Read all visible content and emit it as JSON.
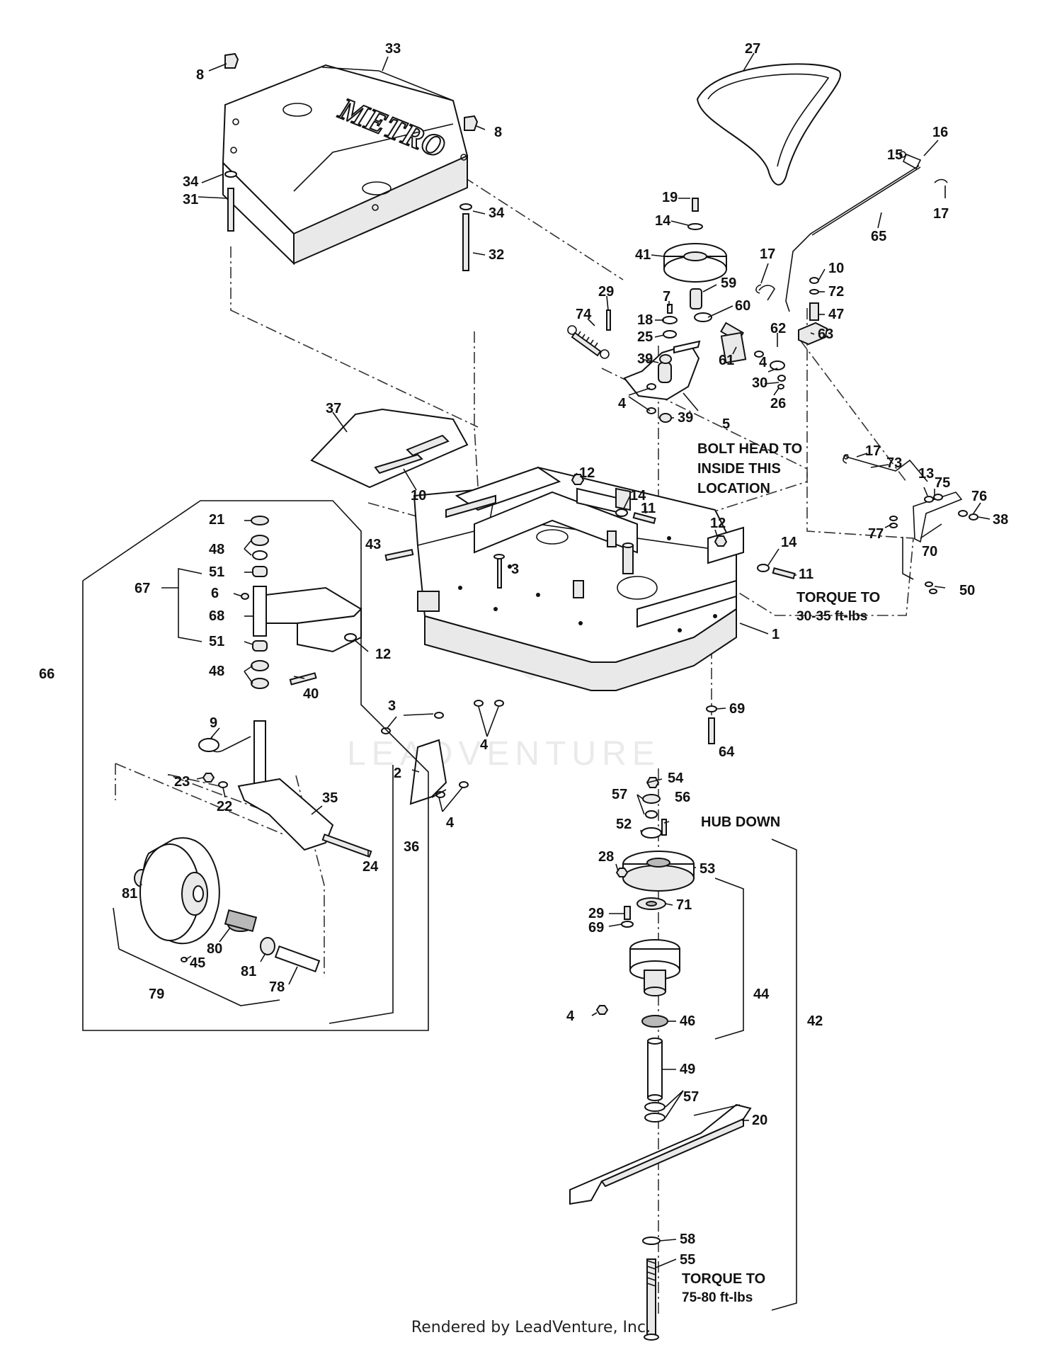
{
  "brand_logo": "METRO",
  "watermark": "LEADVENTURE",
  "footer": "Rendered by LeadVenture, Inc.",
  "notes": {
    "bolt_head_1": "BOLT HEAD TO",
    "bolt_head_2": "INSIDE THIS",
    "bolt_head_3": "LOCATION",
    "torque_a_1": "TORQUE TO",
    "torque_a_2": "30-35 ft-lbs",
    "hub_down": "HUB DOWN",
    "torque_b_1": "TORQUE TO",
    "torque_b_2": "75-80 ft-lbs"
  },
  "callouts": [
    {
      "id": "c8a",
      "text": "8"
    },
    {
      "id": "c33",
      "text": "33"
    },
    {
      "id": "c8b",
      "text": "8"
    },
    {
      "id": "c34a",
      "text": "34"
    },
    {
      "id": "c31",
      "text": "31"
    },
    {
      "id": "c34b",
      "text": "34"
    },
    {
      "id": "c32",
      "text": "32"
    },
    {
      "id": "c27",
      "text": "27"
    },
    {
      "id": "c16",
      "text": "16"
    },
    {
      "id": "c15",
      "text": "15"
    },
    {
      "id": "c17a",
      "text": "17"
    },
    {
      "id": "c19",
      "text": "19"
    },
    {
      "id": "c14a",
      "text": "14"
    },
    {
      "id": "c65",
      "text": "65"
    },
    {
      "id": "c41",
      "text": "41"
    },
    {
      "id": "c17b",
      "text": "17"
    },
    {
      "id": "c10a",
      "text": "10"
    },
    {
      "id": "c72",
      "text": "72"
    },
    {
      "id": "c59",
      "text": "59"
    },
    {
      "id": "c29a",
      "text": "29"
    },
    {
      "id": "c7",
      "text": "7"
    },
    {
      "id": "c60",
      "text": "60"
    },
    {
      "id": "c47",
      "text": "47"
    },
    {
      "id": "c74",
      "text": "74"
    },
    {
      "id": "c18",
      "text": "18"
    },
    {
      "id": "c62",
      "text": "62"
    },
    {
      "id": "c63",
      "text": "63"
    },
    {
      "id": "c25",
      "text": "25"
    },
    {
      "id": "c61",
      "text": "61"
    },
    {
      "id": "c4a",
      "text": "4"
    },
    {
      "id": "c39a",
      "text": "39"
    },
    {
      "id": "c30",
      "text": "30"
    },
    {
      "id": "c26",
      "text": "26"
    },
    {
      "id": "c4b",
      "text": "4"
    },
    {
      "id": "c39b",
      "text": "39"
    },
    {
      "id": "c5",
      "text": "5"
    },
    {
      "id": "c37",
      "text": "37"
    },
    {
      "id": "c17c",
      "text": "17"
    },
    {
      "id": "c73",
      "text": "73"
    },
    {
      "id": "c13",
      "text": "13"
    },
    {
      "id": "c75",
      "text": "75"
    },
    {
      "id": "c76",
      "text": "76"
    },
    {
      "id": "c38",
      "text": "38"
    },
    {
      "id": "c77",
      "text": "77"
    },
    {
      "id": "c70",
      "text": "70"
    },
    {
      "id": "c10b",
      "text": "10"
    },
    {
      "id": "c12a",
      "text": "12"
    },
    {
      "id": "c14b",
      "text": "14"
    },
    {
      "id": "c11a",
      "text": "11"
    },
    {
      "id": "c21",
      "text": "21"
    },
    {
      "id": "c48a",
      "text": "48"
    },
    {
      "id": "c51a",
      "text": "51"
    },
    {
      "id": "c67",
      "text": "67"
    },
    {
      "id": "c43",
      "text": "43"
    },
    {
      "id": "c3a",
      "text": "3"
    },
    {
      "id": "c12b",
      "text": "12"
    },
    {
      "id": "c14c",
      "text": "14"
    },
    {
      "id": "c11b",
      "text": "11"
    },
    {
      "id": "c50",
      "text": "50"
    },
    {
      "id": "c6",
      "text": "6"
    },
    {
      "id": "c68",
      "text": "68"
    },
    {
      "id": "c51b",
      "text": "51"
    },
    {
      "id": "c12c",
      "text": "12"
    },
    {
      "id": "c1",
      "text": "1"
    },
    {
      "id": "c48b",
      "text": "48"
    },
    {
      "id": "c40",
      "text": "40"
    },
    {
      "id": "c66",
      "text": "66"
    },
    {
      "id": "c3b",
      "text": "3"
    },
    {
      "id": "c69a",
      "text": "69"
    },
    {
      "id": "c9",
      "text": "9"
    },
    {
      "id": "c4c",
      "text": "4"
    },
    {
      "id": "c64",
      "text": "64"
    },
    {
      "id": "c23",
      "text": "23"
    },
    {
      "id": "c2",
      "text": "2"
    },
    {
      "id": "c22",
      "text": "22"
    },
    {
      "id": "c35",
      "text": "35"
    },
    {
      "id": "c4d",
      "text": "4"
    },
    {
      "id": "c54",
      "text": "54"
    },
    {
      "id": "c57a",
      "text": "57"
    },
    {
      "id": "c56",
      "text": "56"
    },
    {
      "id": "c52",
      "text": "52"
    },
    {
      "id": "c28",
      "text": "28"
    },
    {
      "id": "c53",
      "text": "53"
    },
    {
      "id": "c24",
      "text": "24"
    },
    {
      "id": "c36",
      "text": "36"
    },
    {
      "id": "c81a",
      "text": "81"
    },
    {
      "id": "c29b",
      "text": "29"
    },
    {
      "id": "c71",
      "text": "71"
    },
    {
      "id": "c69b",
      "text": "69"
    },
    {
      "id": "c80",
      "text": "80"
    },
    {
      "id": "c45",
      "text": "45"
    },
    {
      "id": "c81b",
      "text": "81"
    },
    {
      "id": "c79",
      "text": "79"
    },
    {
      "id": "c78",
      "text": "78"
    },
    {
      "id": "c44",
      "text": "44"
    },
    {
      "id": "c4e",
      "text": "4"
    },
    {
      "id": "c46",
      "text": "46"
    },
    {
      "id": "c42",
      "text": "42"
    },
    {
      "id": "c49",
      "text": "49"
    },
    {
      "id": "c57b",
      "text": "57"
    },
    {
      "id": "c20",
      "text": "20"
    },
    {
      "id": "c58",
      "text": "58"
    },
    {
      "id": "c55",
      "text": "55"
    }
  ]
}
